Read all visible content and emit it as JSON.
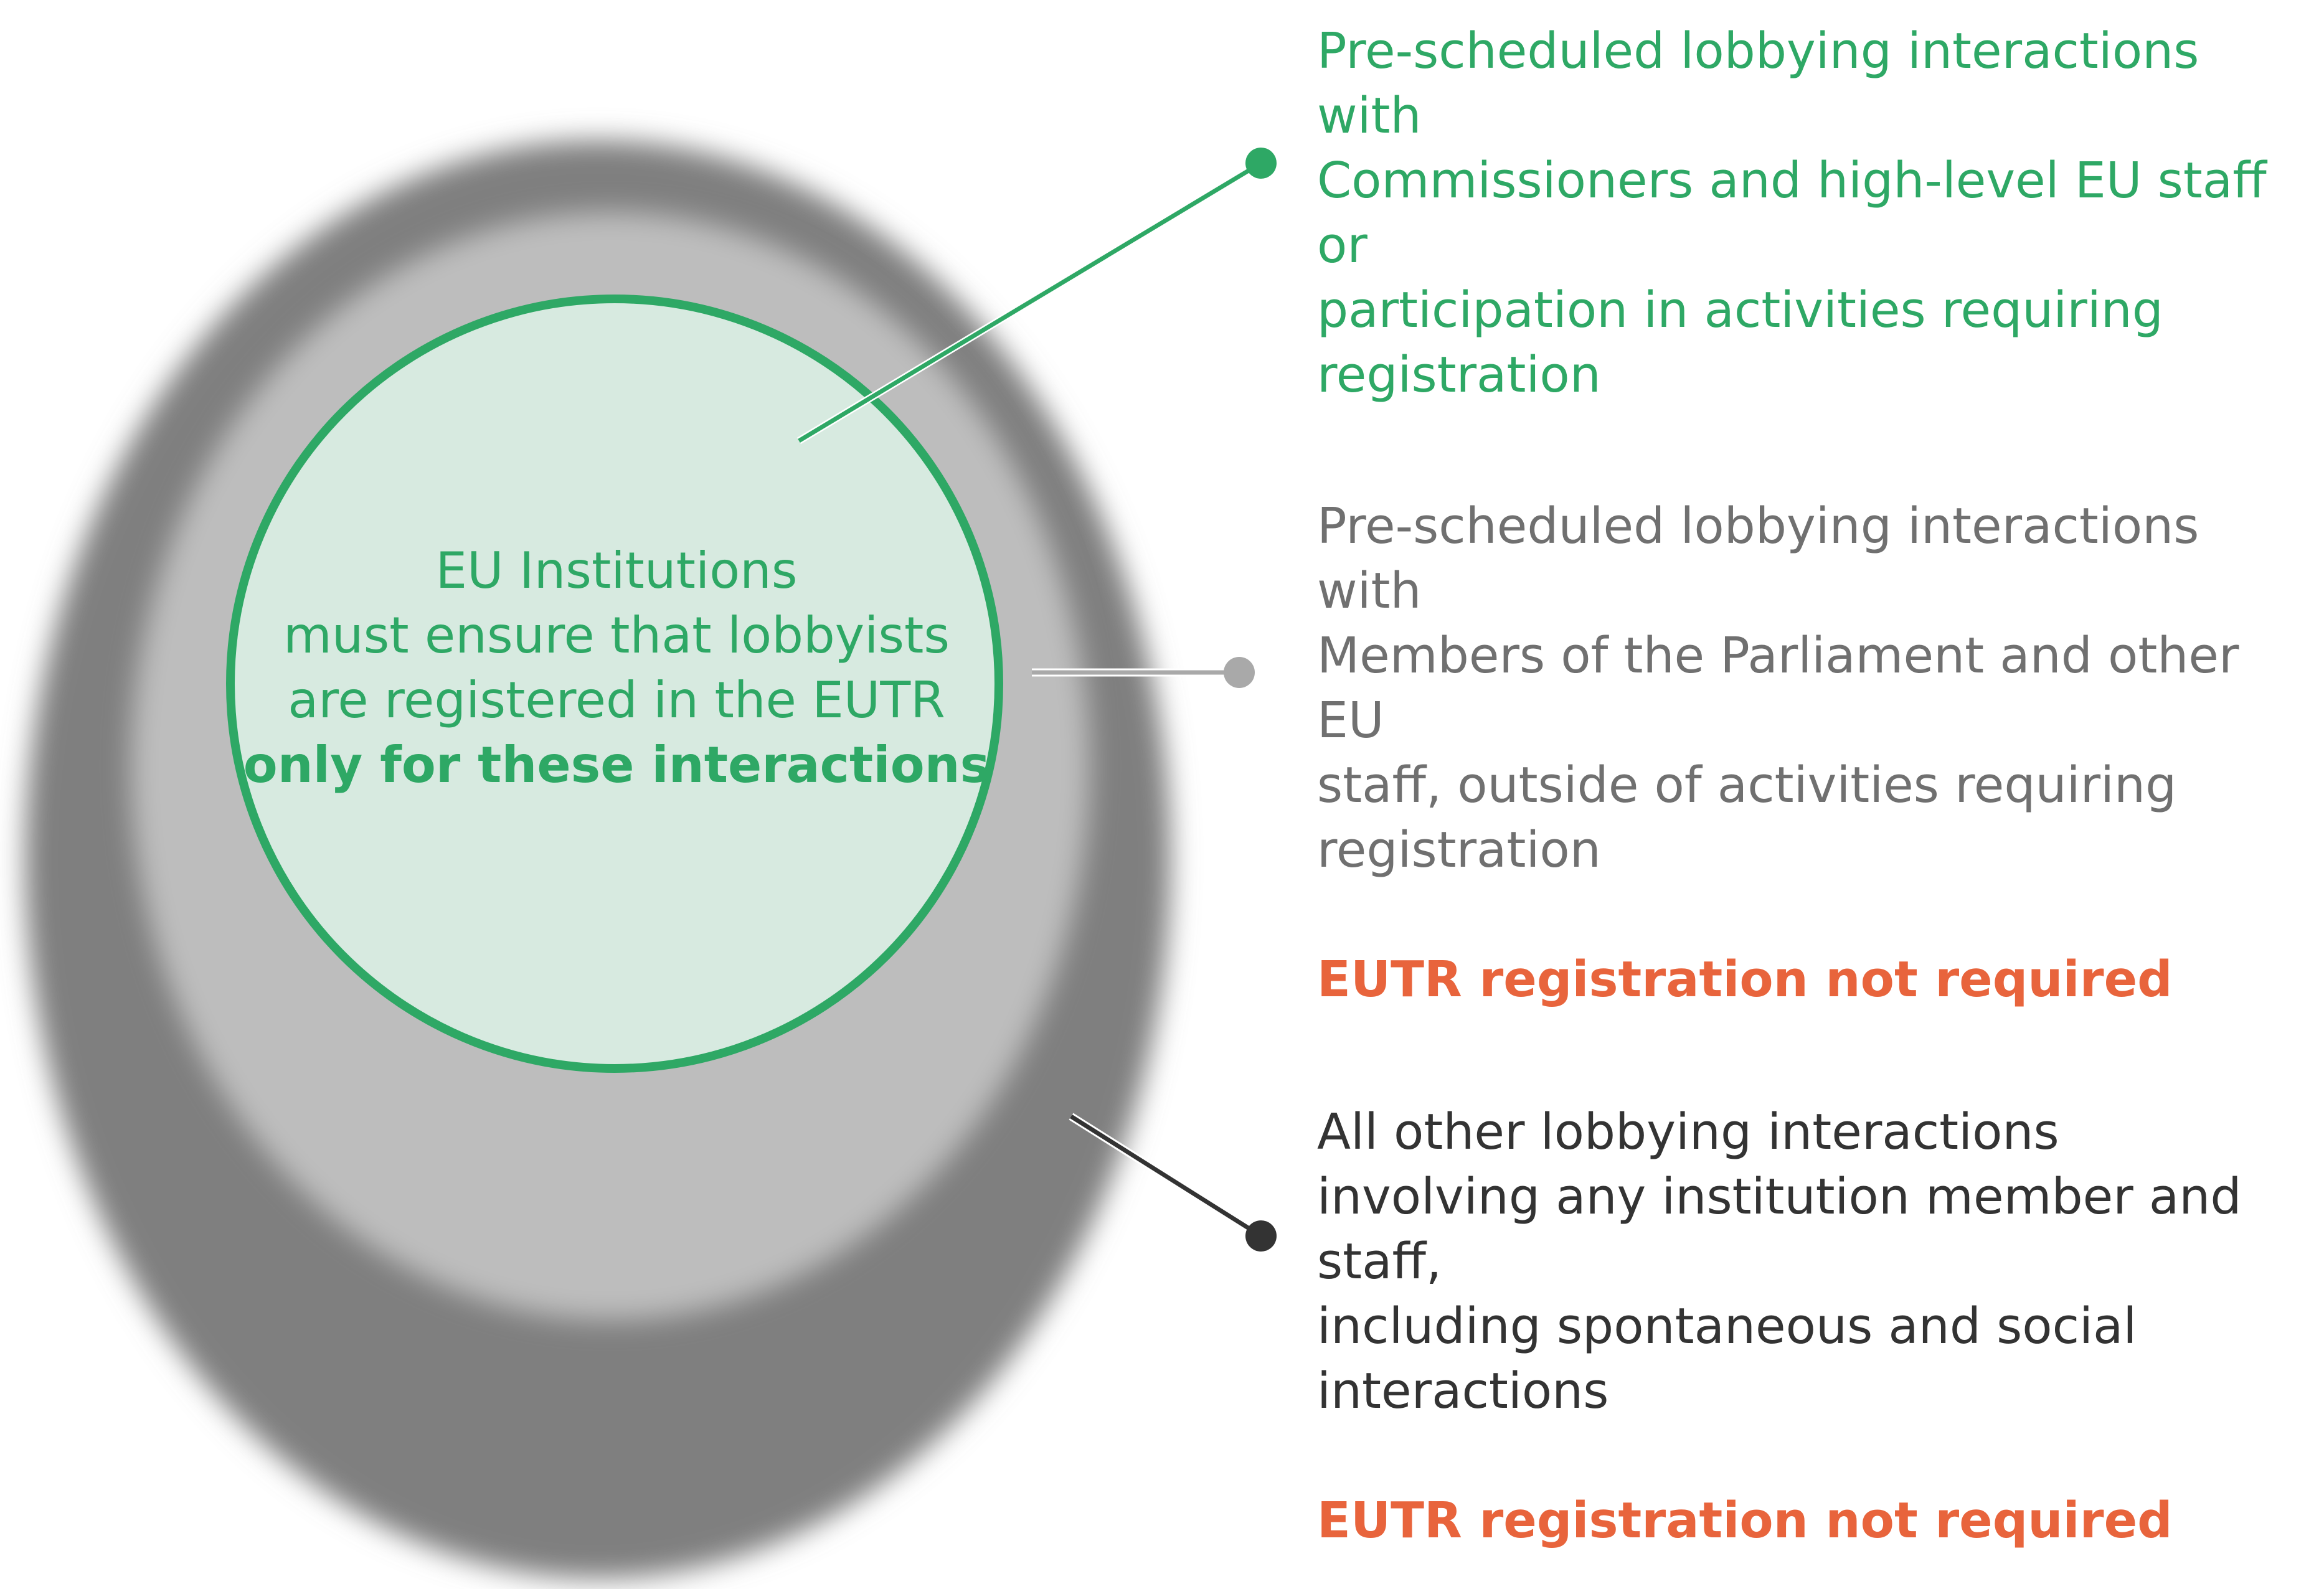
{
  "colors": {
    "green": "#2ea865",
    "green_fill": "#d7eae0",
    "light_gray": "#bdbdbd",
    "mid_gray": "#7f7f7f",
    "gray_text": "#707070",
    "dark_text": "#333333",
    "orange": "#e8643c"
  },
  "center": {
    "line1": "EU Institutions",
    "line2": "must ensure that lobbyists",
    "line3": "are registered in the EUTR",
    "line4": "only for these interactions"
  },
  "callouts": [
    {
      "text": "Pre-scheduled lobbying interactions with\nCommissioners and high-level EU staff or\nparticipation in activities requiring\nregistration",
      "note": ""
    },
    {
      "text": "Pre-scheduled lobbying interactions with\nMembers of the Parliament and other EU\nstaff, outside of  activities requiring\nregistration",
      "note": "EUTR registration not required"
    },
    {
      "text": "All other lobbying interactions\ninvolving any institution member and staff,\nincluding spontaneous and social\ninteractions",
      "note": "EUTR registration not required"
    }
  ]
}
